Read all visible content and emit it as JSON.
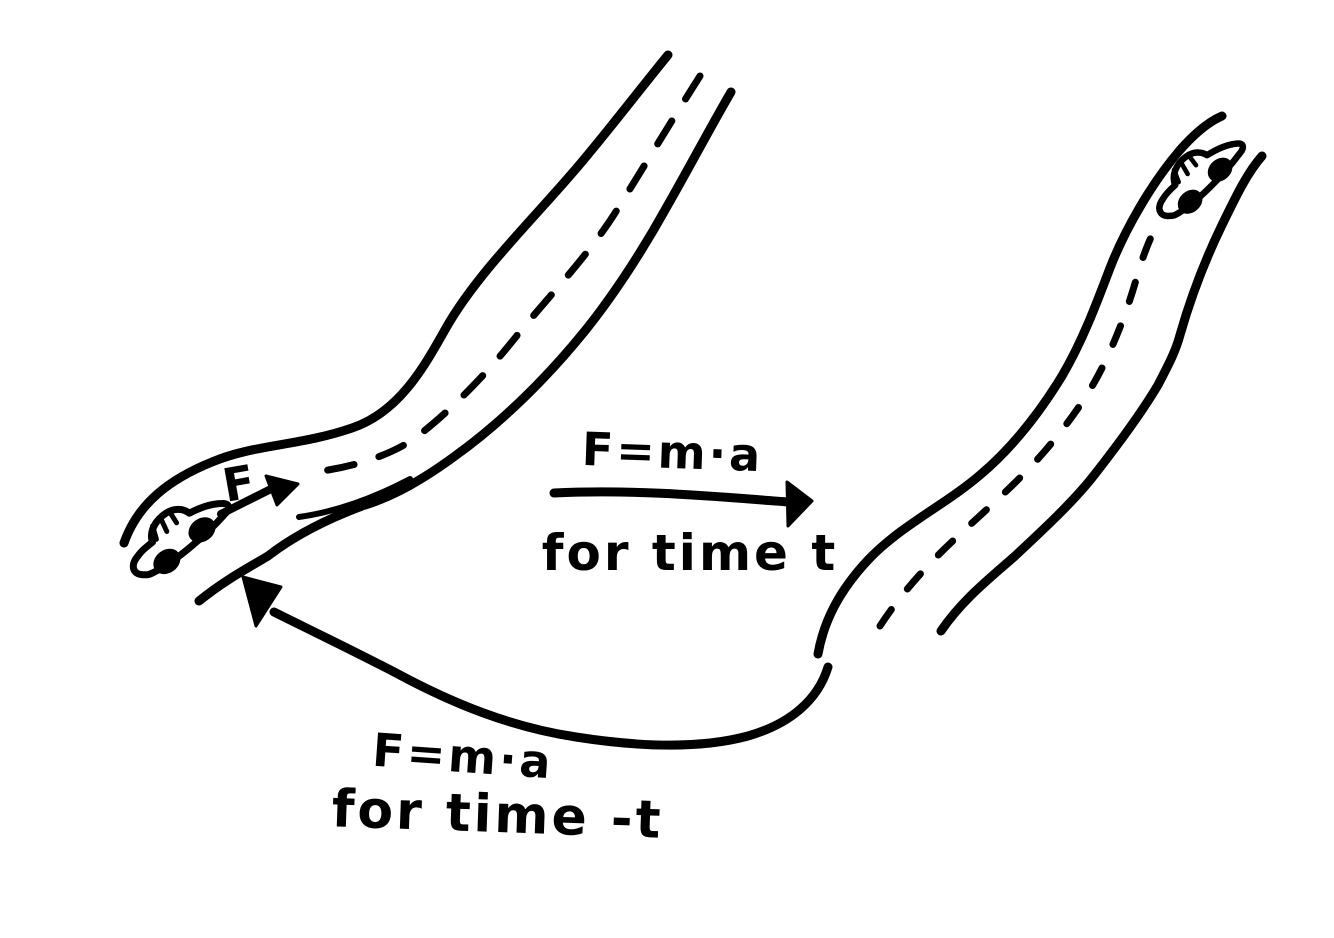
{
  "canvas": {
    "background_color": "#ffffff",
    "ink_color": "#000000"
  },
  "diagram": {
    "force_label": "F",
    "forward": {
      "equation": "F=m·a",
      "condition": "for time t"
    },
    "reverse": {
      "equation": "F=m·a",
      "condition": "for time -t"
    }
  },
  "elements": {
    "road_before": "curved-road-with-dashed-centerline",
    "car_before": "hand-drawn-car-driving-up-road",
    "road_after": "curved-road-with-dashed-centerline",
    "car_after": "hand-drawn-car-near-top-of-road",
    "force_arrow": "short-arrow-up-right-from-car",
    "forward_arrow": "long-horizontal-arrow-right",
    "return_arrow": "curved-arrow-back-to-upper-left"
  }
}
